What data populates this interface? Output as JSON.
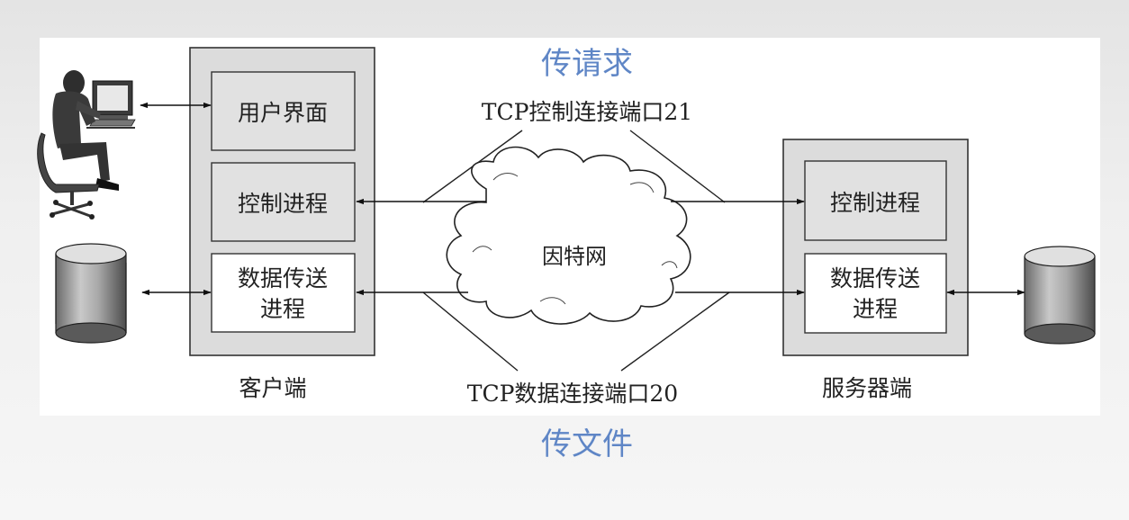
{
  "annotations": {
    "request_label": "传请求",
    "file_label": "传文件"
  },
  "client": {
    "title": "客户端",
    "ui_box": "用户界面",
    "control_box": "控制进程",
    "data_box_line1": "数据传送",
    "data_box_line2": "进程"
  },
  "server": {
    "title": "服务器端",
    "control_box": "控制进程",
    "data_box_line1": "数据传送",
    "data_box_line2": "进程"
  },
  "network": {
    "cloud_label": "因特网",
    "control_connection": "TCP控制连接端口21",
    "data_connection": "TCP数据连接端口20"
  },
  "colors": {
    "box_fill": "#dcdcdc",
    "inner_fill": "#e1e1e1",
    "annotation_blue": "#5f86c6"
  },
  "icons": [
    "user-at-computer-icon",
    "client-database-icon",
    "server-database-icon",
    "internet-cloud-icon"
  ]
}
